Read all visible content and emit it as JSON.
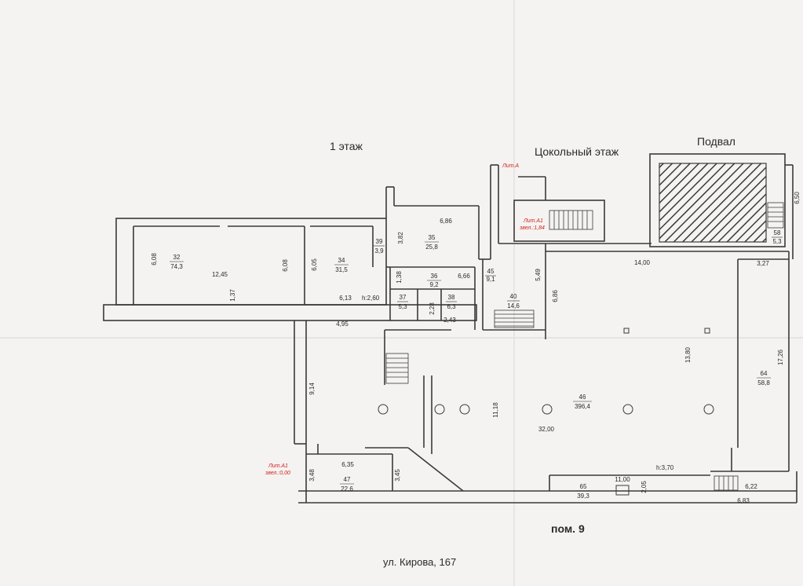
{
  "titles": {
    "floor1": "1 этаж",
    "basement_floor": "Цокольный этаж",
    "cellar": "Подвал",
    "premises": "пом. 9",
    "address": "ул. Кирова, 167"
  },
  "markers": {
    "lit_a": "Лит.А",
    "lit_a1_top": "Лит.А1",
    "zvel_top": "звел.:1,84",
    "lit_a1_bottom": "Лит.А1",
    "zvel_bottom": "звел.:0,00"
  },
  "rooms": {
    "r32": {
      "num": "32",
      "area": "74,3"
    },
    "r34": {
      "num": "34",
      "area": "31,5"
    },
    "r35": {
      "num": "35",
      "area": "25,8"
    },
    "r36": {
      "num": "36",
      "area": "9,2"
    },
    "r37": {
      "num": "37",
      "area": "5,3"
    },
    "r38": {
      "num": "38",
      "area": "6,3"
    },
    "r39": {
      "num": "39",
      "area": "3,9"
    },
    "r40": {
      "num": "40",
      "area": "14,6"
    },
    "r45": {
      "num": "45",
      "area": "9,1"
    },
    "r46": {
      "num": "46",
      "area": "396,4"
    },
    "r47": {
      "num": "47",
      "area": "22,6"
    },
    "r58": {
      "num": "58",
      "area": "5,3"
    },
    "r64": {
      "num": "64",
      "area": "58,8"
    },
    "r65": {
      "num": "65",
      "area": "39,3"
    }
  },
  "dims": {
    "d608a": "6,08",
    "d1245": "12,45",
    "d608b": "6,08",
    "d137": "1,37",
    "d605": "6,05",
    "d613": "6,13",
    "d382": "3,82",
    "d686a": "6,86",
    "d138": "1,38",
    "d666": "6,66",
    "d228": "2,28",
    "d243": "2,43",
    "d549": "5,49",
    "d686b": "6,86",
    "d1400": "14,00",
    "d327": "3,27",
    "d650": "6,50",
    "d495": "4,95",
    "d914": "9,14",
    "d1118": "11,18",
    "d3200": "32,00",
    "d1380": "13,80",
    "d1726": "17,26",
    "d635": "6,35",
    "d348": "3,48",
    "d345": "3,45",
    "d1100": "11,00",
    "d205": "2,05",
    "d622": "6,22",
    "d683": "6,83"
  },
  "heights": {
    "h260": "h:2,60",
    "h370": "h:3,70"
  }
}
